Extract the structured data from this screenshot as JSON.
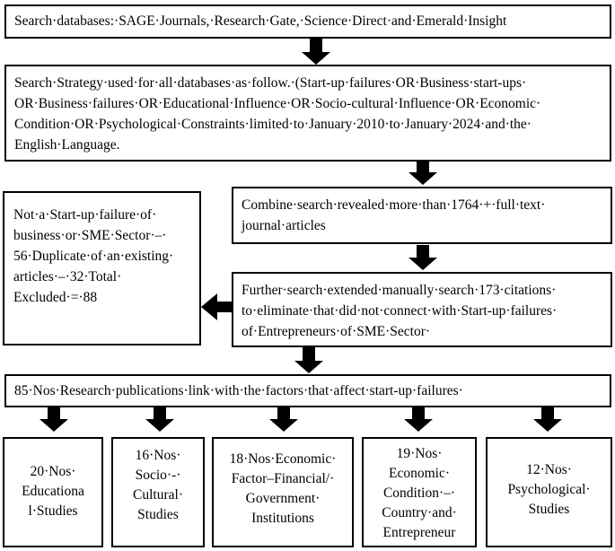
{
  "search_databases": "Search·databases:·SAGE·Journals,·Research·Gate,·Science·Direct·and·Emerald·Insight",
  "search_strategy": {
    "lines": [
      "Search·Strategy·used·for·all·databases·as·follow.·(Start-up·failures·OR·Business·start-ups·",
      "OR·Business·failures·OR·Educational·Influence·OR·Socio-cultural·Influence·OR·Economic·",
      "Condition·OR·Psychological·Constraints·limited·to·January·2010·to·January·2024·and·the·",
      "English·Language."
    ]
  },
  "combine_search": {
    "lines": [
      "Combine·search·revealed·more·than·1764·+·full·text·",
      "journal·articles"
    ]
  },
  "further_search": {
    "lines": [
      "Further·search·extended·manually·search·173·citations·",
      "to·eliminate·that·did·not·connect·with·Start-up·failures·",
      "of·Entrepreneurs·of·SME·Sector·"
    ]
  },
  "excluded": {
    "lines": [
      "Not·a·Start-up·failure·of·",
      "business·or·SME·Sector·–·",
      "56·Duplicate·of·an·existing·",
      "articles·–·32·Total·",
      "Excluded·=·88"
    ]
  },
  "publications": "85·Nos·Research·publications·link·with·the·factors·that·affect·start-up·failures·",
  "categories": [
    {
      "lines": [
        "20·Nos·",
        "Educationa",
        "l·Studies"
      ]
    },
    {
      "lines": [
        "16·Nos·",
        "Socio·-·",
        "Cultural·",
        "Studies"
      ]
    },
    {
      "lines": [
        "18·Nos·Economic·",
        "Factor–Financial/·",
        "Government·",
        "Institutions"
      ]
    },
    {
      "lines": [
        "19·Nos·",
        "Economic·",
        "Condition·–·",
        "Country·and·",
        "Entrepreneur"
      ]
    },
    {
      "lines": [
        "12·Nos·",
        "Psychological·",
        "Studies"
      ]
    }
  ]
}
